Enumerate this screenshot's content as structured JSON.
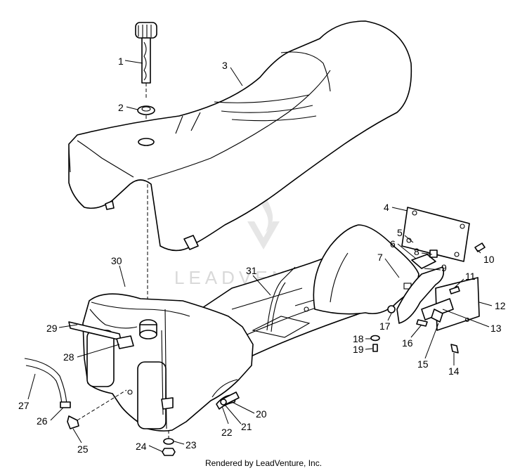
{
  "watermark": {
    "text": "LEADVENTURE"
  },
  "footer": {
    "text": "Rendered by LeadVenture, Inc."
  },
  "callouts": [
    "1",
    "2",
    "3",
    "4",
    "5",
    "6",
    "7",
    "8",
    "9",
    "10",
    "11",
    "12",
    "13",
    "14",
    "15",
    "16",
    "17",
    "18",
    "19",
    "20",
    "21",
    "22",
    "23",
    "24",
    "25",
    "26",
    "27",
    "28",
    "29",
    "30",
    "31"
  ]
}
